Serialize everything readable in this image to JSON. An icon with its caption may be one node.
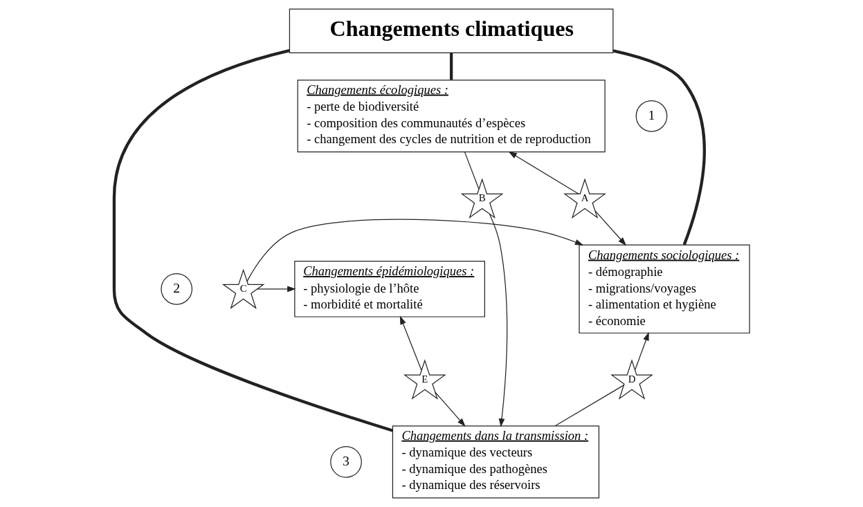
{
  "diagram": {
    "nodes": [
      {
        "text": [
          "Changements climatiques"
        ]
      },
      {
        "text": [
          "1"
        ]
      },
      {
        "text": [
          "Changements écologiques :",
          "- perte de biodiversité",
          "- composition des communautés d’espèces",
          "- changement des cycles de nutrition et de reproduction"
        ]
      },
      {
        "text": [
          "A"
        ]
      },
      {
        "text": [
          "B"
        ]
      },
      {
        "text": [
          "2"
        ]
      },
      {
        "text": [
          "Changements sociologiques :",
          "- démographie",
          "- migrations/voyages",
          "- alimentation et hygiène",
          "- économie"
        ]
      },
      {
        "text": [
          "C"
        ]
      },
      {
        "text": [
          "Changements épidémiologiques :",
          "- physiologie de l’hôte",
          "- morbidité et mortalité"
        ]
      },
      {
        "text": [
          "D"
        ]
      },
      {
        "text": [
          "E"
        ]
      },
      {
        "text": [
          "3"
        ]
      },
      {
        "text": [
          "Changements dans la transmission :",
          "- dynamique des vecteurs",
          "- dynamique des pathogènes",
          "- dynamique des réservoirs"
        ]
      }
    ],
    "edges": [
      {
        "from": 0,
        "to": 2,
        "arrow": "none",
        "style": "thick"
      },
      {
        "from": 0,
        "to": 6,
        "arrow": "none",
        "style": "thick"
      },
      {
        "from": 0,
        "to": 12,
        "arrow": "none",
        "style": "thick"
      },
      {
        "from": 3,
        "to": 2,
        "arrow": "to"
      },
      {
        "from": 3,
        "to": 6,
        "arrow": "to"
      },
      {
        "from": 2,
        "to": 4,
        "arrow": "none"
      },
      {
        "from": 4,
        "to": 12,
        "arrow": "to"
      },
      {
        "from": 7,
        "to": 6,
        "arrow": "to"
      },
      {
        "from": 7,
        "to": 8,
        "arrow": "to"
      },
      {
        "from": 12,
        "to": 9,
        "arrow": "none"
      },
      {
        "from": 9,
        "to": 6,
        "arrow": "to"
      },
      {
        "from": 10,
        "to": 12,
        "arrow": "to"
      },
      {
        "from": 10,
        "to": 8,
        "arrow": "to"
      }
    ]
  }
}
